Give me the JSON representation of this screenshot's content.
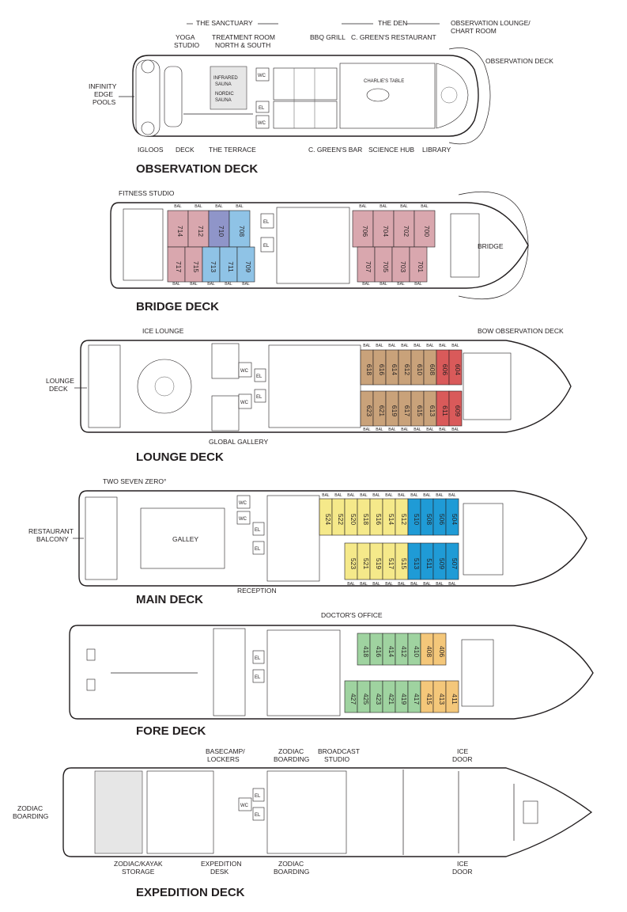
{
  "colors": {
    "pink": "#d9a7ae",
    "purple": "#8f95c9",
    "light_blue": "#8fc3e6",
    "tan": "#c9a27a",
    "red": "#d95a5a",
    "yellow": "#f5e98a",
    "blue": "#1f9bd6",
    "green": "#9fd3a0",
    "orange": "#f4c77a"
  },
  "decks": {
    "observation": {
      "title": "OBSERVATION DECK",
      "labels": {
        "sanctuary": "THE SANCTUARY",
        "yoga": "YOGA\nSTUDIO",
        "treatment": "TREATMENT ROOM\nNORTH & SOUTH",
        "den": "THE DEN",
        "bbq": "BBQ GRILL",
        "restaurant": "C. GREEN'S RESTAURANT",
        "obs_lounge": "OBSERVATION LOUNGE/\nCHART ROOM",
        "obs_deck": "OBSERVATION DECK",
        "infinity": "INFINITY\nEDGE\nPOOLS",
        "igloos": "IGLOOS",
        "deck": "DECK",
        "terrace": "THE TERRACE",
        "bar": "C. GREEN'S BAR",
        "science": "SCIENCE HUB",
        "library": "LIBRARY",
        "charlies": "CHARLIE'S TABLE",
        "sauna1": "INFRARED\nSAUNA",
        "sauna2": "NORDIC\nSAUNA",
        "wc": "WC",
        "el": "EL"
      }
    },
    "bridge": {
      "title": "BRIDGE DECK",
      "labels": {
        "fitness": "FITNESS STUDIO",
        "bridge": "BRIDGE",
        "bal": "BAL",
        "el": "EL"
      },
      "cabins_top": [
        {
          "n": "714",
          "c": "pink"
        },
        {
          "n": "712",
          "c": "pink"
        },
        {
          "n": "710",
          "c": "purple"
        },
        {
          "n": "708",
          "c": "light_blue"
        },
        {
          "n": "706",
          "c": "pink"
        },
        {
          "n": "704",
          "c": "pink"
        },
        {
          "n": "702",
          "c": "pink"
        },
        {
          "n": "700",
          "c": "pink"
        }
      ],
      "cabins_bottom": [
        {
          "n": "717",
          "c": "pink"
        },
        {
          "n": "715",
          "c": "pink"
        },
        {
          "n": "713",
          "c": "light_blue"
        },
        {
          "n": "711",
          "c": "light_blue"
        },
        {
          "n": "709",
          "c": "light_blue"
        },
        {
          "n": "707",
          "c": "pink"
        },
        {
          "n": "705",
          "c": "pink"
        },
        {
          "n": "703",
          "c": "pink"
        },
        {
          "n": "701",
          "c": "pink"
        }
      ]
    },
    "lounge": {
      "title": "LOUNGE DECK",
      "labels": {
        "ice_lounge": "ICE LOUNGE",
        "bow_obs": "BOW OBSERVATION DECK",
        "lounge_deck": "LOUNGE\nDECK",
        "global": "GLOBAL GALLERY",
        "wc": "WC",
        "el": "EL",
        "bal": "BAL"
      },
      "cabins_top": [
        {
          "n": "618",
          "c": "tan"
        },
        {
          "n": "616",
          "c": "tan"
        },
        {
          "n": "614",
          "c": "tan"
        },
        {
          "n": "612",
          "c": "tan"
        },
        {
          "n": "610",
          "c": "tan"
        },
        {
          "n": "608",
          "c": "tan"
        },
        {
          "n": "606",
          "c": "red"
        },
        {
          "n": "604",
          "c": "red"
        }
      ],
      "cabins_bottom": [
        {
          "n": "623",
          "c": "tan"
        },
        {
          "n": "621",
          "c": "tan"
        },
        {
          "n": "619",
          "c": "tan"
        },
        {
          "n": "617",
          "c": "tan"
        },
        {
          "n": "615",
          "c": "tan"
        },
        {
          "n": "613",
          "c": "tan"
        },
        {
          "n": "611",
          "c": "red"
        },
        {
          "n": "609",
          "c": "red"
        }
      ]
    },
    "main": {
      "title": "MAIN DECK",
      "labels": {
        "tsz": "TWO SEVEN ZERO°",
        "restaurant_balcony": "RESTAURANT\nBALCONY",
        "galley": "GALLEY",
        "reception": "RECEPTION",
        "wc": "WC",
        "el": "EL",
        "bal": "BAL"
      },
      "cabins_top": [
        {
          "n": "524",
          "c": "yellow"
        },
        {
          "n": "522",
          "c": "yellow"
        },
        {
          "n": "520",
          "c": "yellow"
        },
        {
          "n": "518",
          "c": "yellow"
        },
        {
          "n": "516",
          "c": "yellow"
        },
        {
          "n": "514",
          "c": "yellow"
        },
        {
          "n": "512",
          "c": "yellow"
        },
        {
          "n": "510",
          "c": "blue"
        },
        {
          "n": "508",
          "c": "blue"
        },
        {
          "n": "506",
          "c": "blue"
        },
        {
          "n": "504",
          "c": "blue"
        }
      ],
      "cabins_bottom": [
        {
          "n": "523",
          "c": "yellow"
        },
        {
          "n": "521",
          "c": "yellow"
        },
        {
          "n": "519",
          "c": "yellow"
        },
        {
          "n": "517",
          "c": "yellow"
        },
        {
          "n": "515",
          "c": "yellow"
        },
        {
          "n": "513",
          "c": "blue"
        },
        {
          "n": "511",
          "c": "blue"
        },
        {
          "n": "509",
          "c": "blue"
        },
        {
          "n": "507",
          "c": "blue"
        }
      ]
    },
    "fore": {
      "title": "FORE DECK",
      "labels": {
        "doctor": "DOCTOR'S OFFICE",
        "el": "EL"
      },
      "cabins_top": [
        {
          "n": "418",
          "c": "green"
        },
        {
          "n": "416",
          "c": "green"
        },
        {
          "n": "414",
          "c": "green"
        },
        {
          "n": "412",
          "c": "green"
        },
        {
          "n": "410",
          "c": "green"
        },
        {
          "n": "408",
          "c": "orange"
        },
        {
          "n": "406",
          "c": "orange"
        }
      ],
      "cabins_bottom": [
        {
          "n": "427",
          "c": "green"
        },
        {
          "n": "425",
          "c": "green"
        },
        {
          "n": "423",
          "c": "green"
        },
        {
          "n": "421",
          "c": "green"
        },
        {
          "n": "419",
          "c": "green"
        },
        {
          "n": "417",
          "c": "green"
        },
        {
          "n": "415",
          "c": "orange"
        },
        {
          "n": "413",
          "c": "orange"
        },
        {
          "n": "411",
          "c": "orange"
        }
      ]
    },
    "expedition": {
      "title": "EXPEDITION DECK",
      "labels": {
        "basecamp": "BASECAMP/\nLOCKERS",
        "zodiac_boarding_top": "ZODIAC\nBOARDING",
        "broadcast": "BROADCAST\nSTUDIO",
        "ice_door_top": "ICE\nDOOR",
        "zodiac_boarding_left": "ZODIAC\nBOARDING",
        "storage": "ZODIAC/KAYAK\nSTORAGE",
        "exp_desk": "EXPEDITION\nDESK",
        "zodiac_boarding_bottom": "ZODIAC\nBOARDING",
        "ice_door_bottom": "ICE\nDOOR",
        "wc": "WC",
        "el": "EL"
      }
    }
  }
}
